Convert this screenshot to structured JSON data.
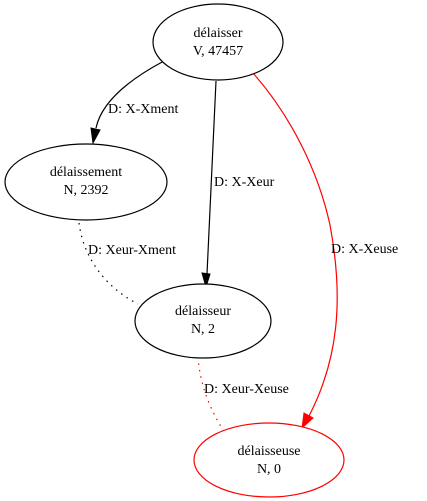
{
  "nodes": {
    "delaisser": {
      "word": "délaisser",
      "info": "V, 47457",
      "color": "#000000"
    },
    "delaissement": {
      "word": "délaissement",
      "info": "N, 2392",
      "color": "#000000"
    },
    "delaisseur": {
      "word": "délaisseur",
      "info": "N, 2",
      "color": "#000000"
    },
    "delaisseuse": {
      "word": "délaisseuse",
      "info": "N, 0",
      "color": "#ff0000"
    }
  },
  "edges": {
    "x_xment": {
      "label": "D: X-Xment",
      "style": "solid",
      "color": "#000000"
    },
    "x_xeur": {
      "label": "D: X-Xeur",
      "style": "solid",
      "color": "#000000"
    },
    "x_xeuse": {
      "label": "D: X-Xeuse",
      "style": "solid",
      "color": "#ff0000"
    },
    "xeur_xment": {
      "label": "D: Xeur-Xment",
      "style": "dotted",
      "color": "#000000"
    },
    "xeur_xeuse": {
      "label": "D: Xeur-Xeuse",
      "style": "dotted",
      "color": "#ff0000"
    }
  }
}
